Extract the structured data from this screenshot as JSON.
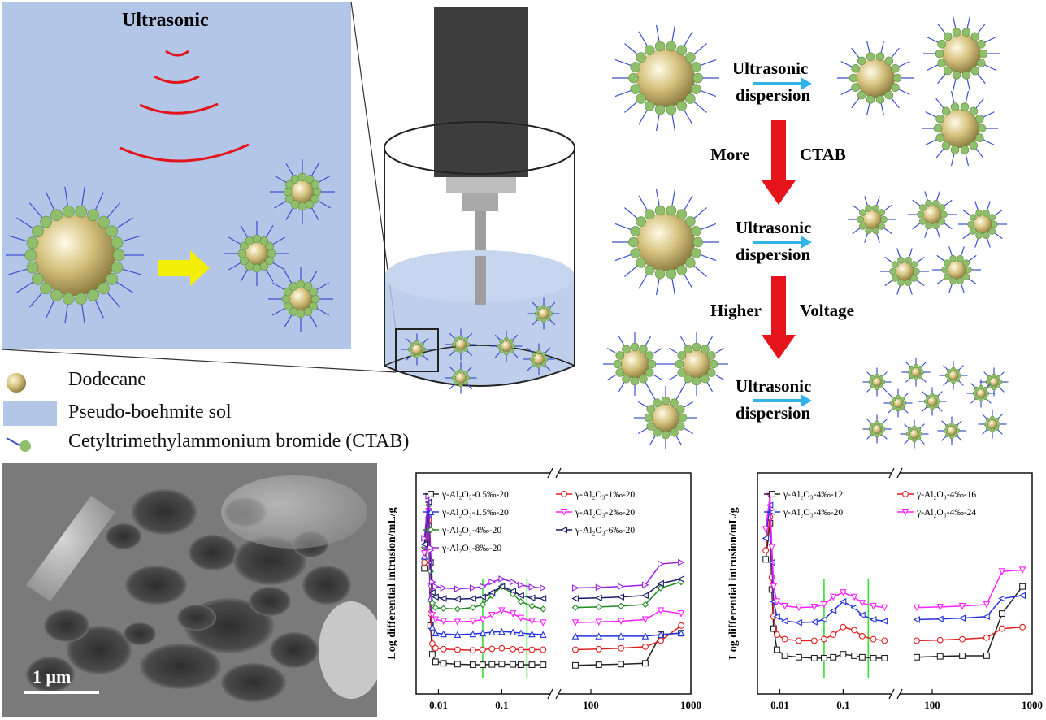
{
  "schematic": {
    "ultrasonic_title": "Ultrasonic",
    "legend": {
      "dodecane": "Dodecane",
      "sol": "Pseudo-boehmite sol",
      "ctab": "Cetyltrimethylammonium bromide (CTAB)"
    },
    "flow": {
      "step1_line1": "Ultrasonic",
      "step1_line2": "dispersion",
      "arrow1_left": "More",
      "arrow1_right": "CTAB",
      "step2_line1": "Ultrasonic",
      "step2_line2": "dispersion",
      "arrow2_left": "Higher",
      "arrow2_right": "Voltage",
      "step3_line1": "Ultrasonic",
      "step3_line2": "dispersion"
    },
    "colors": {
      "sol": "#b4c6e7",
      "shell": "#8fbf6a",
      "tail": "#3b4fd1",
      "core": "#d6c27e",
      "arrow_red": "#e8141c",
      "arrow_blue": "#2fb3e8",
      "arrow_yellow": "#f2ee05",
      "wave": "#e3141c"
    }
  },
  "sem": {
    "scale_label": "1 μm"
  },
  "chart_data": [
    {
      "type": "line",
      "ylabel": "Log differential intrusion/mL/g",
      "x_tick_labels": [
        "0.01",
        "0.1",
        "100",
        "1000"
      ],
      "x": [
        0.006,
        0.007,
        0.0075,
        0.008,
        0.009,
        0.012,
        0.02,
        0.035,
        0.05,
        0.07,
        0.1,
        0.15,
        0.2,
        0.3,
        0.45,
        70,
        120,
        200,
        350,
        500,
        800
      ],
      "series": [
        {
          "name": "γ-Al₂O₃-0.5‰-20",
          "color": "#222222",
          "marker": "square",
          "values": [
            3.9,
            5.3,
            2.0,
            1.05,
            0.8,
            0.75,
            0.72,
            0.7,
            0.7,
            0.71,
            0.72,
            0.71,
            0.7,
            0.7,
            0.7,
            0.68,
            0.7,
            0.72,
            0.75,
            1.7,
            1.75
          ]
        },
        {
          "name": "γ-Al₂O₃-1‰-20",
          "color": "#e02020",
          "marker": "circle",
          "values": [
            4.1,
            5.5,
            2.4,
            1.4,
            1.25,
            1.22,
            1.2,
            1.18,
            1.2,
            1.23,
            1.25,
            1.22,
            1.2,
            1.2,
            1.2,
            1.2,
            1.22,
            1.25,
            1.3,
            1.5,
            2.0
          ]
        },
        {
          "name": "γ-Al₂O₃-1.5‰-20",
          "color": "#2233dd",
          "marker": "triangle-up",
          "values": [
            4.3,
            5.7,
            2.9,
            1.95,
            1.75,
            1.72,
            1.7,
            1.72,
            1.75,
            1.78,
            1.8,
            1.78,
            1.75,
            1.72,
            1.7,
            1.65,
            1.65,
            1.65,
            1.65,
            1.7,
            1.75
          ]
        },
        {
          "name": "γ-Al₂O₃-2‰-20",
          "color": "#ff22ff",
          "marker": "triangle-down",
          "values": [
            4.4,
            5.8,
            3.3,
            2.35,
            2.2,
            2.15,
            2.12,
            2.15,
            2.2,
            2.35,
            2.5,
            2.4,
            2.25,
            2.15,
            2.1,
            2.1,
            2.12,
            2.15,
            2.2,
            2.5,
            2.4
          ]
        },
        {
          "name": "γ-Al₂O₃-4‰-20",
          "color": "#1f8a1f",
          "marker": "diamond",
          "values": [
            4.6,
            6.0,
            3.8,
            2.75,
            2.6,
            2.57,
            2.55,
            2.6,
            2.7,
            3.0,
            3.3,
            3.05,
            2.8,
            2.65,
            2.55,
            2.6,
            2.62,
            2.65,
            2.7,
            3.25,
            3.45
          ]
        },
        {
          "name": "γ-Al₂O₃-6‰-20",
          "color": "#1a1a6b",
          "marker": "triangle-left",
          "values": [
            4.7,
            6.1,
            4.1,
            3.1,
            2.95,
            2.9,
            2.88,
            2.9,
            2.95,
            3.1,
            3.3,
            3.15,
            3.0,
            2.92,
            2.9,
            2.9,
            2.92,
            2.95,
            3.0,
            3.4,
            3.55
          ]
        },
        {
          "name": "γ-Al₂O₃-8‰-20",
          "color": "#9b22e0",
          "marker": "triangle-right",
          "values": [
            4.9,
            6.3,
            4.5,
            3.45,
            3.3,
            3.25,
            3.22,
            3.25,
            3.3,
            3.45,
            3.55,
            3.45,
            3.35,
            3.28,
            3.25,
            3.25,
            3.27,
            3.3,
            3.35,
            4.05,
            4.1
          ]
        }
      ],
      "vertical_markers": [
        0.05,
        0.25
      ]
    },
    {
      "type": "line",
      "ylabel": "Log differential intrusion/mL/g",
      "x_tick_labels": [
        "0.01",
        "0.1",
        "100",
        "1000"
      ],
      "x": [
        0.006,
        0.007,
        0.0075,
        0.008,
        0.009,
        0.012,
        0.02,
        0.035,
        0.05,
        0.07,
        0.1,
        0.15,
        0.2,
        0.3,
        0.45,
        70,
        120,
        200,
        350,
        500,
        800
      ],
      "series": [
        {
          "name": "γ-Al₂O₃-4‰-12",
          "color": "#222222",
          "marker": "square",
          "values": [
            4.2,
            5.4,
            3.2,
            1.9,
            1.2,
            1.0,
            0.95,
            0.92,
            0.92,
            0.95,
            1.05,
            1.0,
            0.95,
            0.92,
            0.92,
            0.95,
            0.98,
            1.0,
            1.0,
            2.4,
            3.3
          ]
        },
        {
          "name": "γ-Al₂O₃-4‰-16",
          "color": "#e02020",
          "marker": "circle",
          "values": [
            4.5,
            5.6,
            3.6,
            2.3,
            1.7,
            1.55,
            1.5,
            1.5,
            1.55,
            1.7,
            1.95,
            1.85,
            1.65,
            1.55,
            1.5,
            1.5,
            1.52,
            1.55,
            1.6,
            1.9,
            1.95
          ]
        },
        {
          "name": "γ-Al₂O₃-4‰-20",
          "color": "#2233dd",
          "marker": "triangle-left",
          "values": [
            4.9,
            6.0,
            4.1,
            2.8,
            2.3,
            2.15,
            2.1,
            2.12,
            2.2,
            2.5,
            2.8,
            2.6,
            2.35,
            2.2,
            2.15,
            2.2,
            2.22,
            2.25,
            2.3,
            2.9,
            3.0
          ]
        },
        {
          "name": "γ-Al₂O₃-4‰-24",
          "color": "#ff22ff",
          "marker": "triangle-down",
          "values": [
            5.2,
            6.3,
            4.6,
            3.3,
            2.8,
            2.65,
            2.6,
            2.62,
            2.7,
            2.95,
            3.1,
            2.95,
            2.75,
            2.65,
            2.6,
            2.6,
            2.62,
            2.65,
            2.7,
            3.8,
            3.85
          ]
        }
      ],
      "vertical_markers": [
        0.05,
        0.25
      ]
    }
  ]
}
